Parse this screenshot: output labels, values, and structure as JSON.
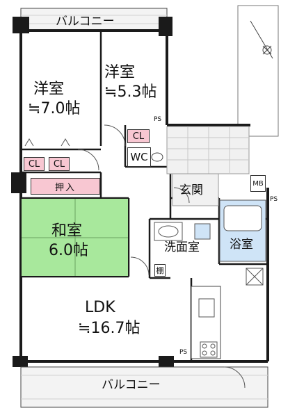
{
  "plan": {
    "balcony_top": "バルコニー",
    "balcony_bottom": "バルコニー",
    "room_western_a": {
      "name": "洋室",
      "size": "≒7.0帖"
    },
    "room_western_b": {
      "name": "洋室",
      "size": "≒5.3帖"
    },
    "room_japanese": {
      "name": "和室",
      "size": "6.0帖"
    },
    "room_ldk": {
      "name": "LDK",
      "size": "≒16.7帖"
    },
    "closet": "CL",
    "storage": "押入",
    "toilet": "WC",
    "entrance": "玄関",
    "washroom": "洗面室",
    "bathroom": "浴室",
    "shelf": "棚",
    "meter_box": "MB",
    "pipe_space": "PS",
    "colors": {
      "japanese_room": "#a8e89c",
      "closet": "#f8c7d2",
      "wall": "#1a1a1a",
      "bath": "#cfe4f7"
    }
  }
}
